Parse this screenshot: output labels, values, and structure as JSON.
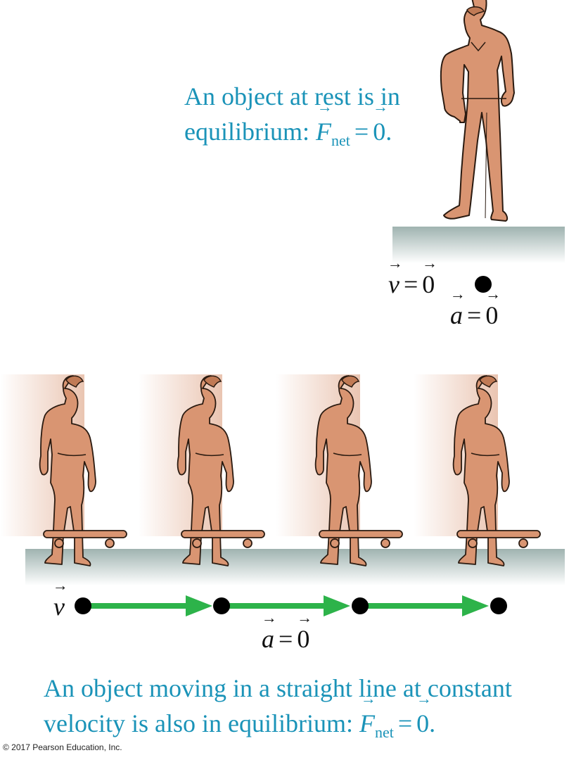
{
  "rest_caption": {
    "text": "An object at rest is in equilibrium: ",
    "symbol": "F",
    "subscript": "net",
    "equals": "=",
    "zero": "0",
    "end": "."
  },
  "rest_labels": {
    "v_symbol": "v",
    "v_equals": "=",
    "v_zero": "0",
    "a_symbol": "a",
    "a_equals": "=",
    "a_zero": "0"
  },
  "moving_labels": {
    "v_symbol": "v",
    "a_symbol": "a",
    "a_equals": "=",
    "a_zero": "0"
  },
  "moving_caption": {
    "text": "An object moving in a straight line at constant velocity is also in equilibrium: ",
    "symbol": "F",
    "subscript": "net",
    "equals": "=",
    "zero": "0",
    "end": "."
  },
  "copyright": "© 2017 Pearson Education, Inc.",
  "colors": {
    "caption": "#1a93b8",
    "skin": "#d99572",
    "outline": "#2a1a10",
    "ground_top": "#9fb3b0",
    "arrow": "#2db34a",
    "dot": "#000000"
  }
}
